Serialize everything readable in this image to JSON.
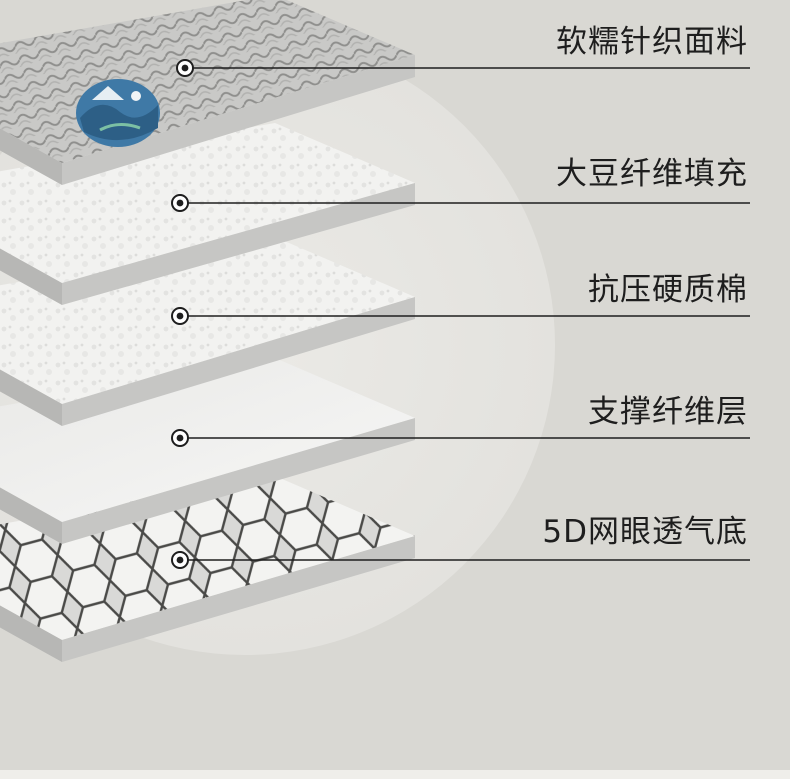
{
  "layers": [
    {
      "label": "软糯针织面料",
      "icon": "layer-indicator-icon"
    },
    {
      "label": "大豆纤维填充",
      "icon": "layer-indicator-icon"
    },
    {
      "label": "抗压硬质棉",
      "icon": "layer-indicator-icon"
    },
    {
      "label": "支撑纤维层",
      "icon": "layer-indicator-icon"
    },
    {
      "label": "5D网眼透气底",
      "icon": "layer-indicator-icon"
    }
  ],
  "colors": {
    "background": "#d9d8d3",
    "circle": "#e8e7e3",
    "slab_top": "#f1f1ef",
    "slab_front": "#c4c4c2",
    "line": "#1e1e1e"
  }
}
